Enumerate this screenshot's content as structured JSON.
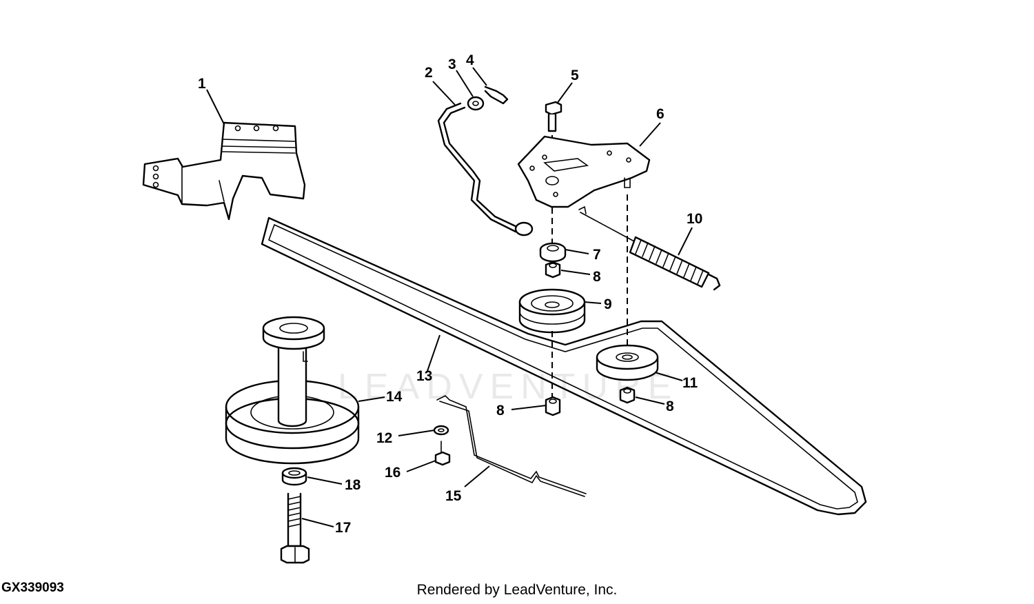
{
  "figure": {
    "id": "GX339093",
    "credit": "Rendered by LeadVenture, Inc.",
    "watermark": "LEADVENTURE"
  },
  "callouts": [
    "1",
    "2",
    "3",
    "4",
    "5",
    "6",
    "7",
    "8",
    "8",
    "9",
    "10",
    "11",
    "8",
    "8",
    "12",
    "13",
    "14",
    "15",
    "16",
    "17",
    "18"
  ]
}
